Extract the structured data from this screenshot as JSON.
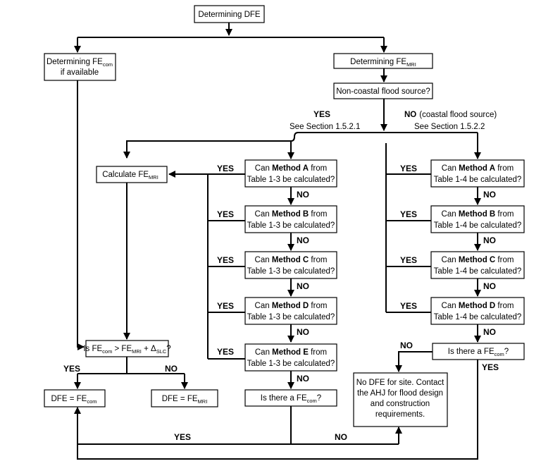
{
  "nodes": {
    "root": "Determining DFE",
    "fecom_1": "Determining FE",
    "fecom_sub": "com",
    "fecom_2": "if available",
    "femri": "Determining FE",
    "femri_sub": "MRI",
    "noncoastal": "Non-coastal flood source?",
    "calc": "Calculate FE",
    "calc_sub": "MRI",
    "compare": {
      "a": "Is FE",
      "b": "com",
      "c": " > FE",
      "d": "MRI",
      "e": " + Δ",
      "f": "SLC",
      "g": "?"
    },
    "dfe_com": {
      "a": "DFE = FE",
      "b": "com"
    },
    "dfe_mri": {
      "a": "DFE = FE",
      "b": "MRI"
    },
    "mid_q": {
      "a": "Is there a FE",
      "b": "com",
      "c": "?"
    },
    "right_q": {
      "a": "Is there a FE",
      "b": "com",
      "c": "?"
    },
    "no_dfe": [
      "No DFE for site. Contact",
      "the AHJ for flood design",
      "and construction",
      "requirements."
    ],
    "left_methods": [
      {
        "pre": "Can ",
        "method": "Method A",
        "post": " from",
        "line2": "Table 1-3 be calculated?"
      },
      {
        "pre": "Can ",
        "method": "Method B",
        "post": " from",
        "line2": "Table 1-3 be calculated?"
      },
      {
        "pre": "Can ",
        "method": "Method C",
        "post": " from",
        "line2": "Table 1-3 be calculated?"
      },
      {
        "pre": "Can ",
        "method": "Method D",
        "post": " from",
        "line2": "Table 1-3 be calculated?"
      },
      {
        "pre": "Can ",
        "method": "Method E",
        "post": " from",
        "line2": "Table 1-3 be calculated?"
      }
    ],
    "right_methods": [
      {
        "pre": "Can ",
        "method": "Method A",
        "post": " from",
        "line2": "Table 1-4 be calculated?"
      },
      {
        "pre": "Can ",
        "method": "Method B",
        "post": " from",
        "line2": "Table 1-4 be calculated?"
      },
      {
        "pre": "Can ",
        "method": "Method C",
        "post": " from",
        "line2": "Table 1-4 be calculated?"
      },
      {
        "pre": "Can ",
        "method": "Method D",
        "post": " from",
        "line2": "Table 1-4 be calculated?"
      }
    ]
  },
  "labels": {
    "yes": "YES",
    "no": "NO",
    "see_left": "See Section 1.5.2.1",
    "no_coastal": "(coastal flood source)",
    "see_right": "See Section 1.5.2.2"
  }
}
